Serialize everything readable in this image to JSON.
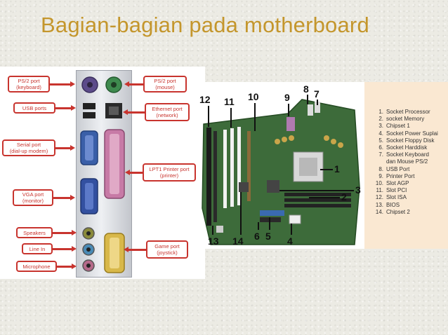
{
  "slide": {
    "title": "Bagian-bagian pada motherboard"
  },
  "io_labels": [
    {
      "lines": [
        "PS/2 port",
        "(keyboard)"
      ]
    },
    {
      "lines": [
        "USB ports"
      ]
    },
    {
      "lines": [
        "Serial port",
        "(dial-up modem)"
      ]
    },
    {
      "lines": [
        "VGA port",
        "(monitor)"
      ]
    },
    {
      "lines": [
        "Speakers"
      ]
    },
    {
      "lines": [
        "Line In"
      ]
    },
    {
      "lines": [
        "Microphone"
      ]
    },
    {
      "lines": [
        "PS/2 port",
        "(mouse)"
      ]
    },
    {
      "lines": [
        "Ethernet port",
        "(network)"
      ]
    },
    {
      "lines": [
        "LPT1 Printer port",
        "(printer)"
      ]
    },
    {
      "lines": [
        "Game port",
        "(joystick)"
      ]
    }
  ],
  "mb_callouts": [
    "1",
    "2",
    "3",
    "4",
    "5",
    "6",
    "7",
    "8",
    "9",
    "10",
    "11",
    "12",
    "13",
    "14"
  ],
  "legend": [
    {
      "num": "1.",
      "text": "Socket Processor"
    },
    {
      "num": "2.",
      "text": "socket Memory"
    },
    {
      "num": "3.",
      "text": "Chipset 1"
    },
    {
      "num": "4.",
      "text": "Socket Power Suplai"
    },
    {
      "num": "5.",
      "text": "Socket Floppy Disk"
    },
    {
      "num": "6.",
      "text": "Socket Harddisk"
    },
    {
      "num": "7.",
      "text": "Socket Keyboard"
    },
    {
      "num": "",
      "text": "dan Mouse PS/2"
    },
    {
      "num": "8.",
      "text": "USB Port"
    },
    {
      "num": "9.",
      "text": "Printer Port"
    },
    {
      "num": "10.",
      "text": "Slot AGP"
    },
    {
      "num": "11.",
      "text": "Slot PCI"
    },
    {
      "num": "12.",
      "text": "Slot ISA"
    },
    {
      "num": "13.",
      "text": "BIOS"
    },
    {
      "num": "14.",
      "text": "Chipset 2"
    }
  ]
}
